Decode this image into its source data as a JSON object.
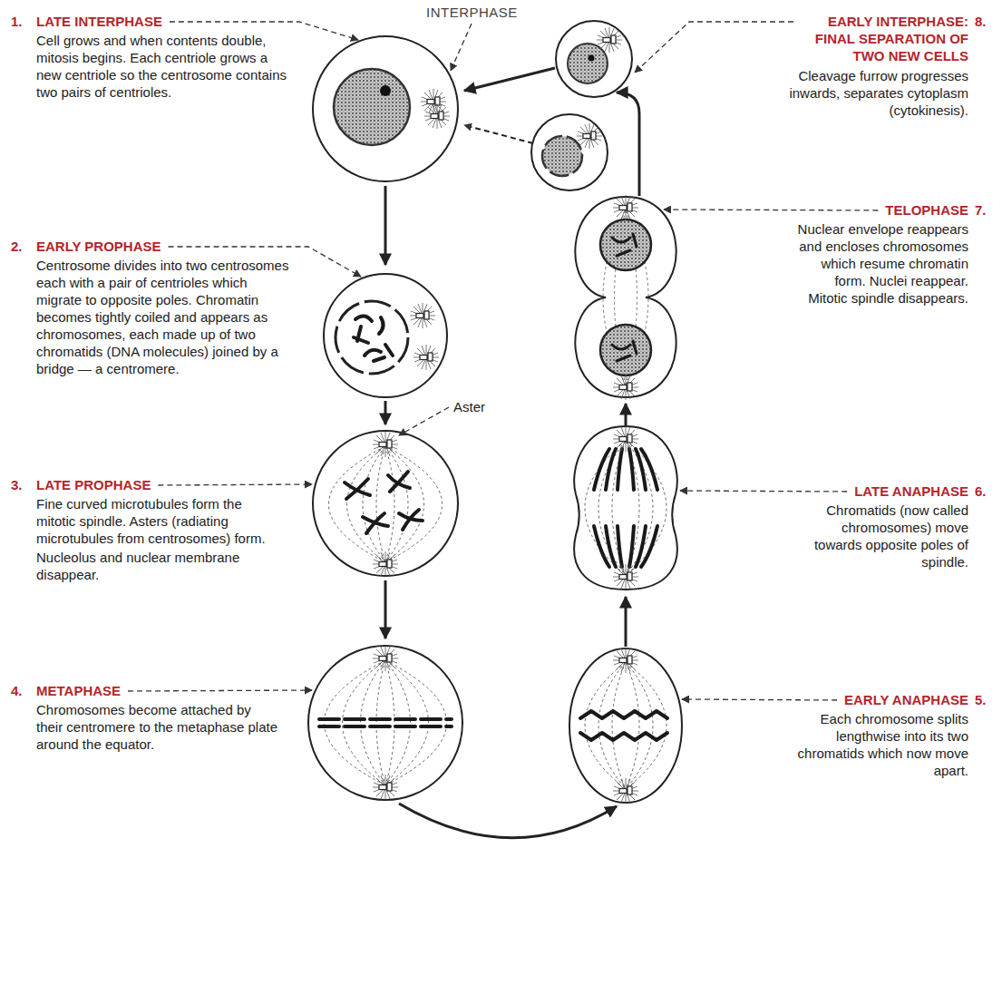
{
  "diagram": {
    "title": "INTERPHASE",
    "labels": [
      "1.",
      "LATE INTERPHASE",
      "Cell grows and when contents double, mitosis begins. Each centriole grows a new centriole so the centrosome contains two pairs of centrioles.",
      "2.",
      "EARLY PROPHASE",
      "Centrosome divides into two centrosomes each with a pair of centrioles which migrate to opposite poles. Chromatin becomes tightly coiled and appears as chromosomes, each made up of two chromatids (DNA molecules) joined by a bridge — a centromere.",
      "Aster",
      "3.",
      "LATE PROPHASE",
      "Fine curved microtubules form the mitotic spindle. Asters (radiating microtubules from centrosomes) form.",
      "Nucleolus and nuclear membrane disappear.",
      "4.",
      "METAPHASE",
      "Chromosomes become attached by their centromere to the metaphase plate around the equator.",
      "EARLY INTERPHASE: FINAL SEPARATION OF TWO NEW CELLS",
      "8.",
      "Cleavage furrow progresses inwards, separates cytoplasm (cytokinesis).",
      "TELOPHASE",
      "7.",
      "Nuclear envelope reappears and encloses chromosomes which resume chromatin form. Nuclei reappear. Mitotic spindle disappears.",
      "LATE ANAPHASE",
      "6.",
      "Chromatids (now called chromosomes) move towards opposite poles of spindle.",
      "EARLY ANAPHASE",
      "5.",
      "Each chromosome splits lengthwise into its two chromatids which now move apart."
    ]
  }
}
